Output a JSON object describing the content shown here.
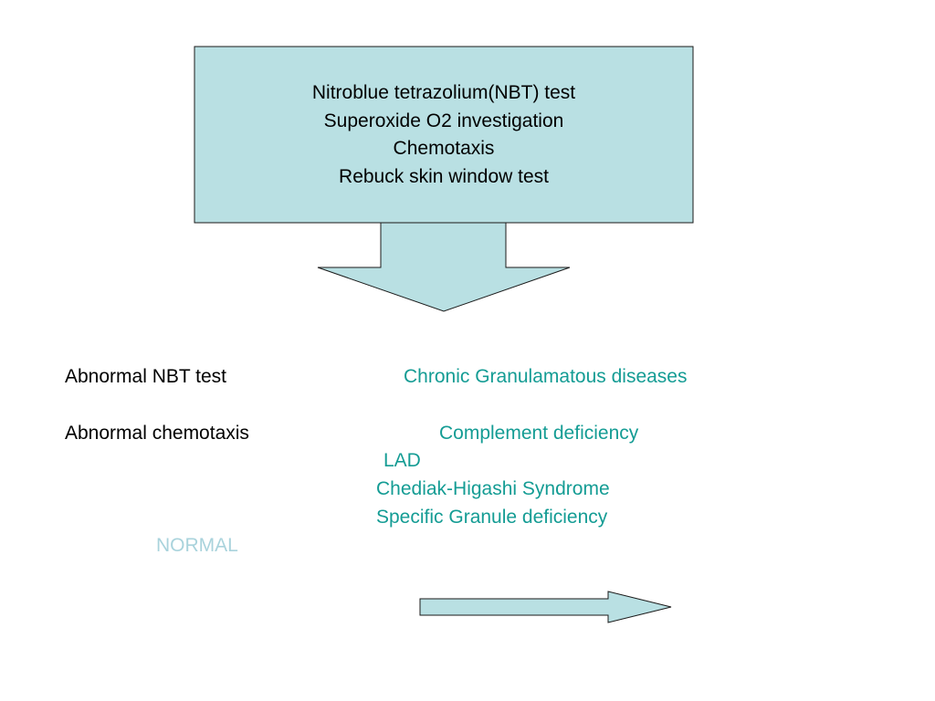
{
  "box": {
    "lines": [
      "Nitroblue tetrazolium(NBT) test",
      "Superoxide O2 investigation",
      "Chemotaxis",
      "Rebuck skin window test"
    ]
  },
  "rows": {
    "nbt": {
      "label": "Abnormal NBT test",
      "result": "Chronic Granulamatous diseases"
    },
    "chemotaxis": {
      "label": "Abnormal chemotaxis",
      "results": [
        "Complement deficiency",
        "LAD",
        "Chediak-Higashi Syndrome",
        "Specific Granule deficiency"
      ]
    }
  },
  "normal_label": "NORMAL",
  "colors": {
    "shape_fill": "#b9e0e3",
    "shape_stroke": "#1a1a1a",
    "result_text": "#149c94",
    "normal_text": "#a9d3dc"
  }
}
